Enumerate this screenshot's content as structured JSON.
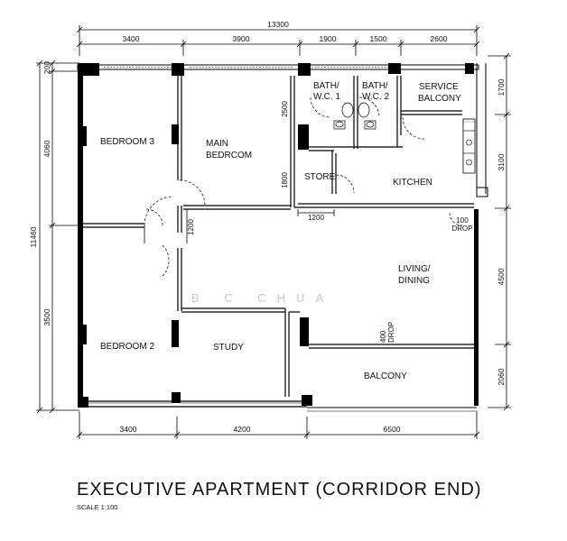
{
  "dimensions": {
    "top_total": "13300",
    "top": [
      "3400",
      "3900",
      "1900",
      "1500",
      "2600"
    ],
    "bottom": [
      "3400",
      "4200",
      "6500"
    ],
    "left_total": "11460",
    "left_top": "200",
    "left": [
      "4060",
      "3500"
    ],
    "right": [
      "1700",
      "3100",
      "4500",
      "2060"
    ],
    "inner": {
      "bath_height": "2500",
      "store_height": "1800",
      "store_width": "1200",
      "corridor_width": "1200",
      "drop_top": "100",
      "drop_top_label": "DROP",
      "drop_mid": "400",
      "drop_mid_label": "DROP"
    }
  },
  "rooms": {
    "bedroom3": "BEDROOM 3",
    "main_bedroom_1": "MAIN",
    "main_bedroom_2": "BEDRCOM",
    "bath1_1": "BATH/",
    "bath1_2": "W.C. 1",
    "bath2_1": "BATH/",
    "bath2_2": "W.C. 2",
    "service_1": "SERVICE",
    "service_2": "BALCONY",
    "store": "STORE",
    "kitchen": "KITCHEN",
    "living_1": "LIVING/",
    "living_2": "DINING",
    "bedroom2": "BEDROOM 2",
    "study": "STUDY",
    "balcony": "BALCONY"
  },
  "watermark": "B C CHUA",
  "title": "EXECUTIVE APARTMENT (CORRIDOR END)",
  "scale": "SCALE  1:100"
}
